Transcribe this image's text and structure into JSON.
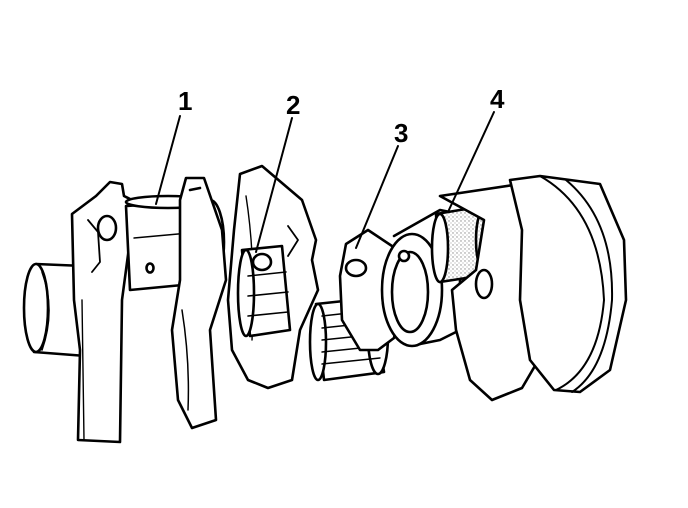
{
  "callouts": [
    {
      "label": "1"
    },
    {
      "label": "2"
    },
    {
      "label": "3"
    },
    {
      "label": "4"
    }
  ],
  "colors": {
    "ink": "#000000",
    "paper": "#ffffff",
    "stipple": "#9a9a9a"
  }
}
